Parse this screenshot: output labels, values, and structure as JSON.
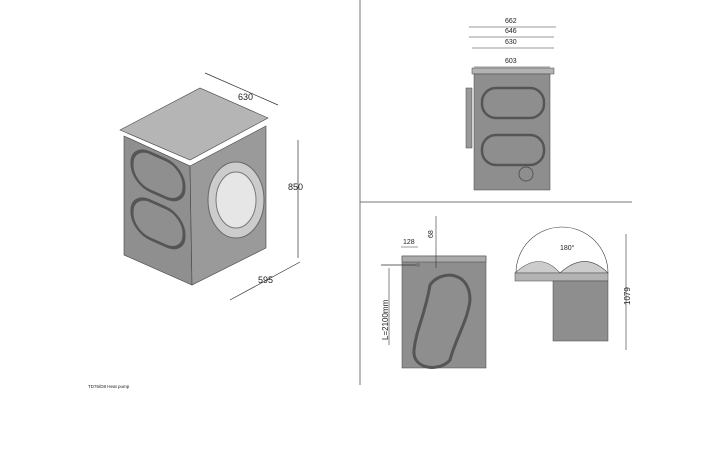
{
  "iso_view": {
    "width": "630",
    "height": "850",
    "depth": "595"
  },
  "top_view": {
    "dims": [
      "662",
      "646",
      "630",
      "603"
    ]
  },
  "back_view": {
    "offset": "128",
    "height_offset": "68",
    "hose_length": "L=2100mm"
  },
  "door_view": {
    "angle": "180°",
    "height": "1079"
  },
  "caption": "TD76/D8 Heat pump",
  "colors": {
    "body": "#8e8e8e",
    "top": "#b3b3b3",
    "line": "#333333"
  }
}
